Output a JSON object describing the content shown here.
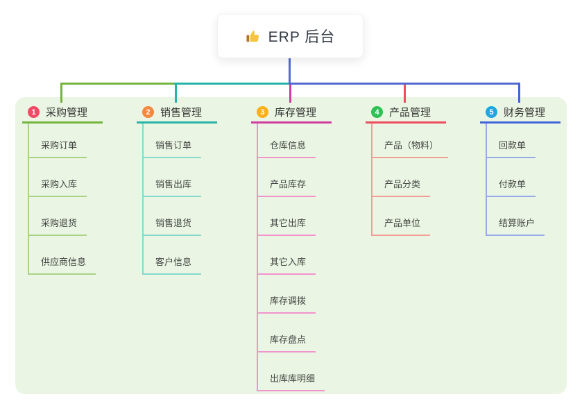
{
  "root": {
    "label": "ERP 后台",
    "icon": "thumbs-up-icon"
  },
  "branches": [
    {
      "index": "1",
      "label": "采购管理",
      "circle_color": "#f24a64",
      "line_color": "#74b33c",
      "child_line_color": "#a9d287",
      "children": [
        "采购订单",
        "采购入库",
        "采购退货",
        "供应商信息"
      ]
    },
    {
      "index": "2",
      "label": "销售管理",
      "circle_color": "#f6873c",
      "line_color": "#27b3a6",
      "child_line_color": "#86d8cd",
      "children": [
        "销售订单",
        "销售出库",
        "销售退货",
        "客户信息"
      ]
    },
    {
      "index": "3",
      "label": "库存管理",
      "circle_color": "#fab019",
      "line_color": "#cf3da0",
      "child_line_color": "#f194cc",
      "children": [
        "仓库信息",
        "产品库存",
        "其它出库",
        "其它入库",
        "库存调拨",
        "库存盘点",
        "出库库明细"
      ]
    },
    {
      "index": "4",
      "label": "产品管理",
      "circle_color": "#2fc155",
      "line_color": "#ee4c5e",
      "child_line_color": "#f29e98",
      "children": [
        "产品（物料）",
        "产品分类",
        "产品单位"
      ]
    },
    {
      "index": "5",
      "label": "财务管理",
      "circle_color": "#1ea8e2",
      "line_color": "#4164d8",
      "child_line_color": "#95abe9",
      "children": [
        "回款单",
        "付款单",
        "结算账户"
      ]
    }
  ],
  "colors": {
    "panel_bg": "#eaf6e3",
    "root_connector": "#5469d2",
    "thumb_hand": "#f6c43a",
    "thumb_cuff": "#b5762b"
  }
}
